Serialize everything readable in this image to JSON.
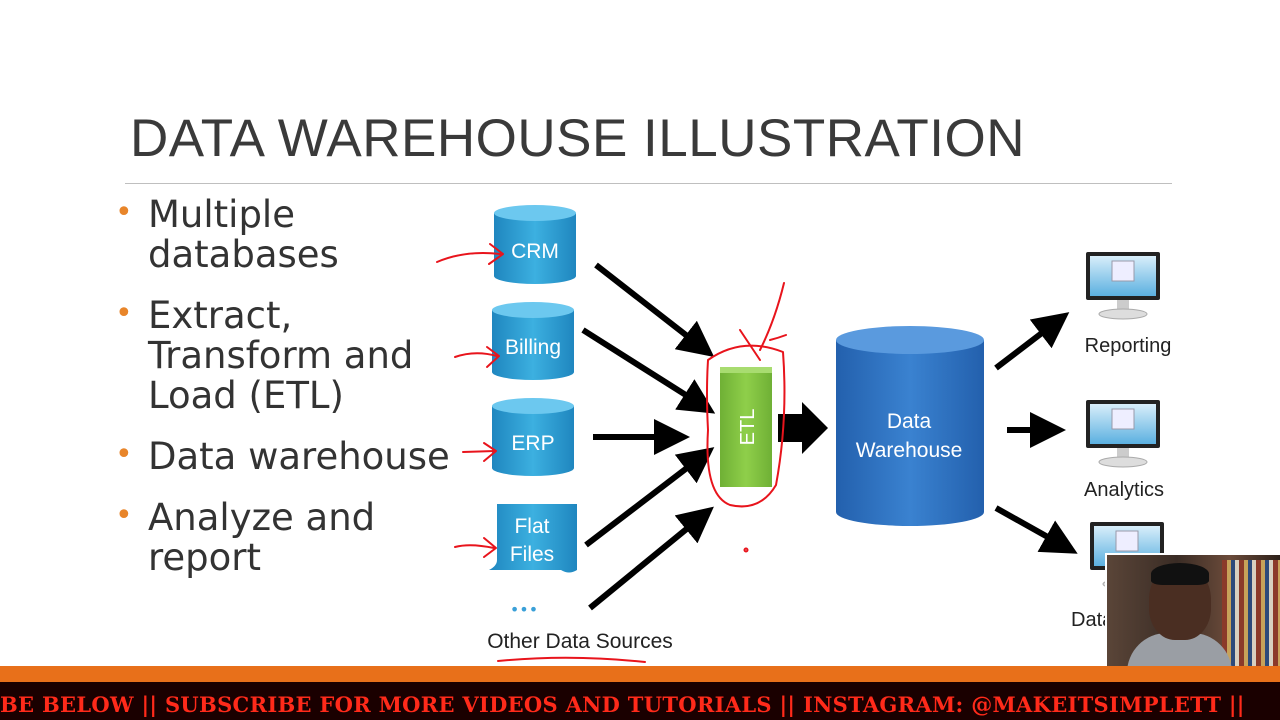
{
  "slide": {
    "title": "DATA WAREHOUSE ILLUSTRATION",
    "bullets": [
      "Multiple databases",
      "Extract, Transform and Load (ETL)",
      "Data warehouse",
      "Analyze and report"
    ]
  },
  "diagram": {
    "sources": [
      "CRM",
      "Billing",
      "ERP"
    ],
    "flat_files": [
      "Flat",
      "Files"
    ],
    "other_sources_ellipsis": "•••",
    "other_sources_label": "Other Data Sources",
    "etl_label": "ETL",
    "warehouse_label": [
      "Data",
      "Warehouse"
    ],
    "outputs": [
      "Reporting",
      "Analytics",
      "Data M"
    ]
  },
  "ticker": {
    "text": "BE BELOW   ||   SUBSCRIBE FOR MORE VIDEOS AND TUTORIALS   ||   INSTAGRAM: @MAKEITSIMPLETT   ||"
  },
  "colors": {
    "cylinder_fill": "#2f9fd2",
    "etl_fill": "#7fbf3f",
    "warehouse_fill": "#2c6fbf",
    "annotation_ink": "#e8141c",
    "bullet_dot": "#e8852a",
    "ticker_band": "#e8701a",
    "ticker_text": "#ff2a1a"
  }
}
